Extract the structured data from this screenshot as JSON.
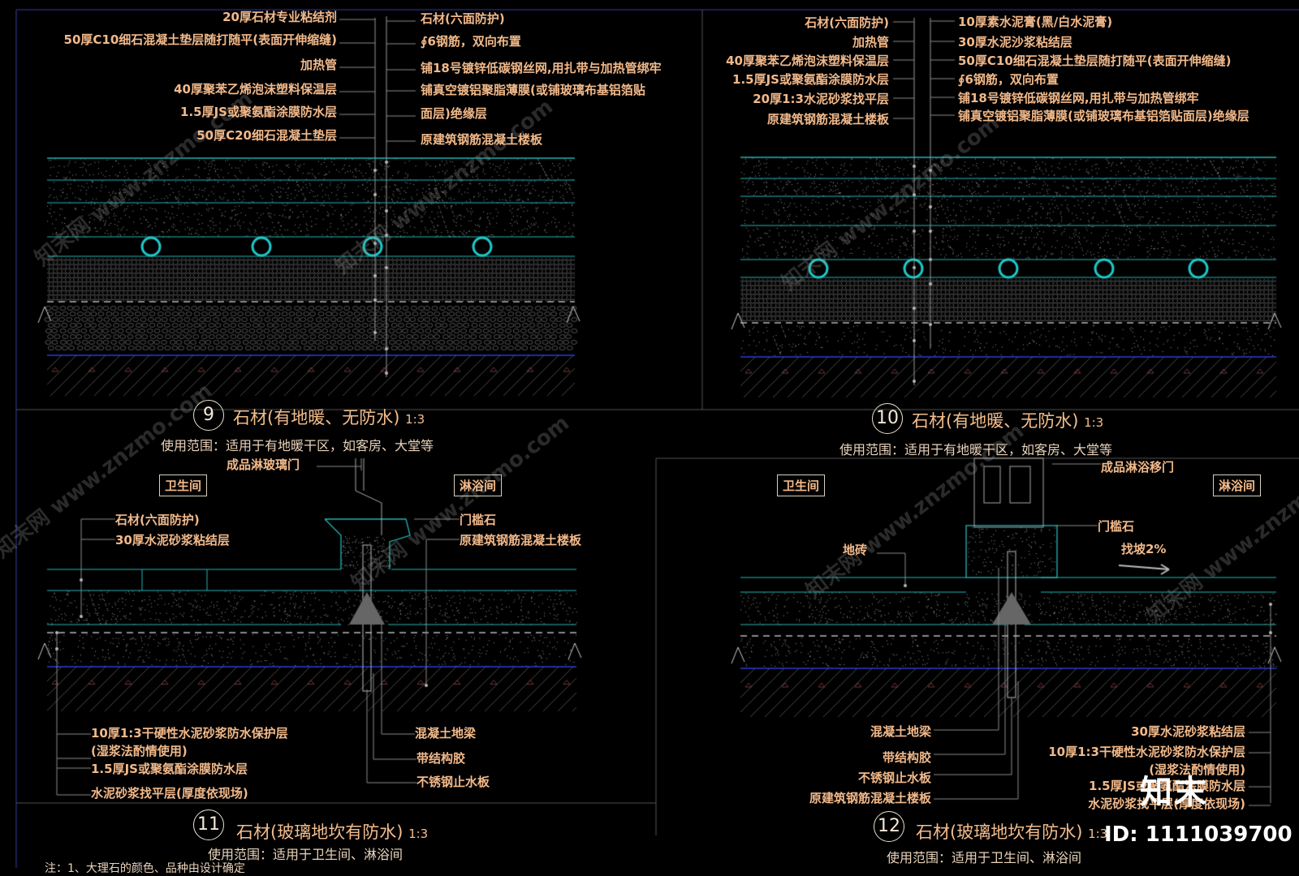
{
  "colors": {
    "label": "#f2b98a",
    "line": "#26b5b5",
    "pipe": "#1fc7c7",
    "blue": "#2b3bd8",
    "frame": "#3a3aa8"
  },
  "d9": {
    "left_labels": [
      "20厚石材专业粘结剂",
      "50厚C10细石混凝土垫层随打随平(表面开伸缩缝)",
      "加热管",
      "40厚聚苯乙烯泡沫塑料保温层",
      "1.5厚JS或聚氨酯涂膜防水层",
      "50厚C20细石混凝土垫层"
    ],
    "right_labels": [
      "石材(六面防护)",
      "∮6钢筋，双向布置",
      "铺18号镀锌低碳钢丝网,用扎带与加热管绑牢",
      "铺真空镀铝聚脂薄膜(或铺玻璃布基铝箔贴",
      "面层)绝缘层",
      "原建筑钢筋混凝土楼板"
    ],
    "num": "9",
    "title": "石材(有地暖、无防水)",
    "scale": "1:3",
    "usage": "使用范围：适用于有地暖干区，如客房、大堂等"
  },
  "d10": {
    "left_labels": [
      "石材(六面防护)",
      "加热管",
      "40厚聚苯乙烯泡沫塑料保温层",
      "1.5厚JS或聚氨酯涂膜防水层",
      "20厚1:3水泥砂浆找平层",
      "原建筑钢筋混凝土楼板"
    ],
    "right_labels": [
      "10厚素水泥膏(黑/白水泥膏)",
      "30厚水泥沙浆粘结层",
      "50厚C10细石混凝土垫层随打随平(表面开伸缩缝)",
      "∮6钢筋，双向布置",
      "铺18号镀锌低碳钢丝网,用扎带与加热管绑牢",
      "铺真空镀铝聚脂薄膜(或铺玻璃布基铝箔贴面层)绝缘层"
    ],
    "num": "10",
    "title": "石材(有地暖、无防水)",
    "scale": "1:3",
    "usage": "使用范围：适用于有地暖干区，如客房、大堂等"
  },
  "d11": {
    "door": "成品淋玻璃门",
    "room_left": "卫生间",
    "room_right": "淋浴间",
    "labels_left": [
      "石材(六面防护)",
      "30厚水泥砂浆粘结层"
    ],
    "labels_right": [
      "门槛石",
      "原建筑钢筋混凝土楼板"
    ],
    "labels_bottom_left": [
      "10厚1:3干硬性水泥砂浆防水保护层",
      "(湿浆法酌情使用)",
      "1.5厚JS或聚氨酯涂膜防水层",
      "水泥砂浆找平层(厚度依现场)"
    ],
    "labels_bottom_right": [
      "混凝土地梁",
      "带结构胶",
      "不锈钢止水板"
    ],
    "num": "11",
    "title": "石材(玻璃地坎有防水)",
    "scale": "1:3",
    "usage": "使用范围：适用于卫生间、淋浴间",
    "footnote": "注：1、大理石的颜色、品种由设计确定"
  },
  "d12": {
    "door": "成品淋浴移门",
    "room_left": "卫生间",
    "room_right": "淋浴间",
    "label_threshold": "门槛石",
    "label_slope": "找坡2%",
    "label_tile": "地砖",
    "labels_bottom_left": [
      "混凝土地梁",
      "带结构胶",
      "不锈钢止水板",
      "原建筑钢筋混凝土楼板"
    ],
    "labels_bottom_right": [
      "30厚水泥砂浆粘结层",
      "10厚1:3干硬性水泥砂浆防水保护层",
      "(湿浆法酌情使用)",
      "1.5厚JS或聚氨酯涂膜防水层",
      "水泥砂浆找平层(厚度依现场)"
    ],
    "num": "12",
    "title": "石材(玻璃地坎有防水)",
    "scale": "1:3",
    "usage": "使用范围：适用于卫生间、淋浴间"
  },
  "brand": {
    "logo": "知末",
    "id": "ID: 1111039700"
  },
  "watermark": "知末网 www.znzmo.com"
}
